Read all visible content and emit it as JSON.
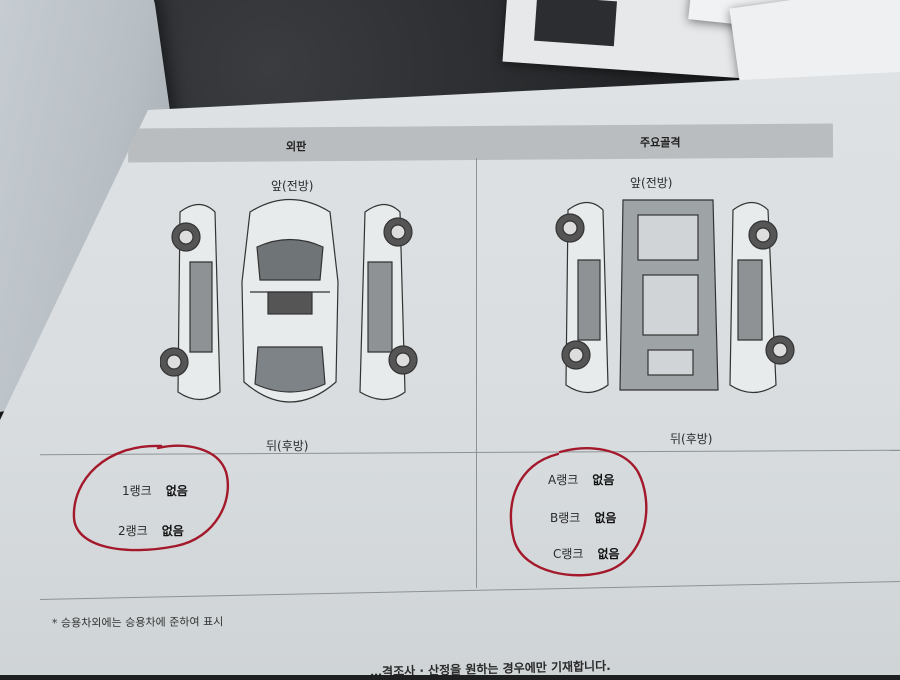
{
  "doc": {
    "left_section": {
      "header": "외판",
      "front_label": "앞(전방)",
      "rear_label": "뒤(후방)",
      "ranks": [
        {
          "label": "1랭크",
          "value": "없음"
        },
        {
          "label": "2랭크",
          "value": "없음"
        }
      ]
    },
    "right_section": {
      "header": "주요골격",
      "front_label": "앞(전방)",
      "rear_label": "뒤(후방)",
      "ranks": [
        {
          "label": "A랭크",
          "value": "없음"
        },
        {
          "label": "B랭크",
          "value": "없음"
        },
        {
          "label": "C랭크",
          "value": "없음"
        }
      ]
    },
    "footnote": "* 승용차외에는 승용차에 준하여 표시",
    "bottom_text": "…격조사 · 산정을 원하는 경우에만 기재합니다."
  },
  "colors": {
    "annotation_red": "#a3182a",
    "header_bar": "#b9bdbf",
    "paper": "#dcdfe1"
  }
}
